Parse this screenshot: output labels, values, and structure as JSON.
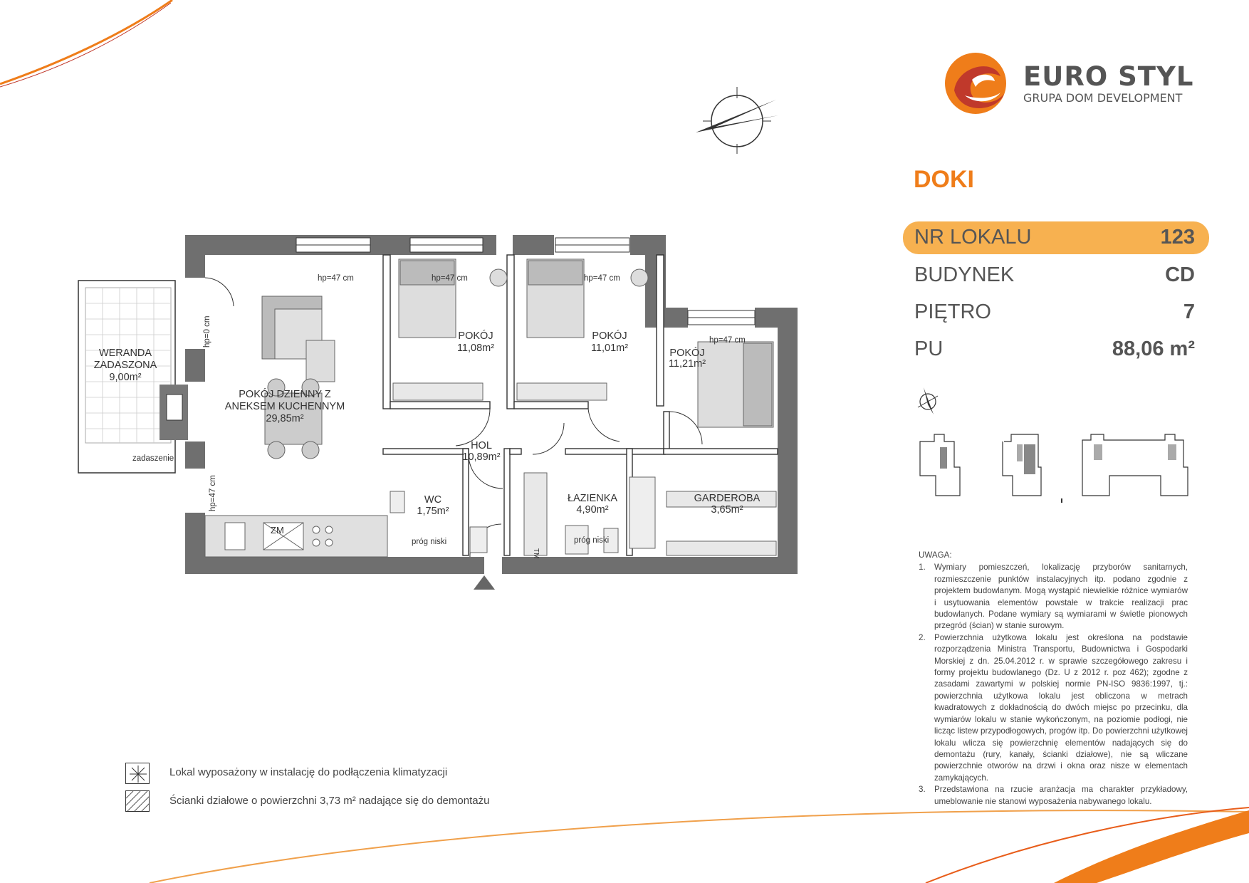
{
  "brand": {
    "name": "EURO STYL",
    "tagline": "GRUPA DOM DEVELOPMENT",
    "accent": "#ef7d1a",
    "accent_light": "#f7b150"
  },
  "project": "DOKI",
  "info": {
    "lokal": {
      "label": "NR LOKALU",
      "value": "123"
    },
    "budynek": {
      "label": "BUDYNEK",
      "value": "CD"
    },
    "pietro": {
      "label": "PIĘTRO",
      "value": "7"
    },
    "pu": {
      "label": "PU",
      "value": "88,06 m²"
    }
  },
  "plan": {
    "weranda": {
      "l1": "WERANDA",
      "l2": "ZADASZONA",
      "area": "9,00m²"
    },
    "zadaszenie": "zadaszenie",
    "living": {
      "l1": "POKÓJ DZIENNY Z",
      "l2": "ANEKSEM KUCHENNYM",
      "area": "29,85m²"
    },
    "room1": {
      "name": "POKÓJ",
      "area": "11,08m²"
    },
    "room2": {
      "name": "POKÓJ",
      "area": "11,01m²"
    },
    "room3": {
      "name": "POKÓJ",
      "area": "11,21m²"
    },
    "hol": {
      "name": "HOL",
      "area": "10,89m²"
    },
    "wc": {
      "name": "WC",
      "area": "1,75m²"
    },
    "lazienka": {
      "name": "ŁAZIENKA",
      "area": "4,90m²"
    },
    "garderoba": {
      "name": "GARDEROBA",
      "area": "3,65m²"
    },
    "hp47": "hp=47 cm",
    "hp0": "hp=0 cm",
    "zm": "ZM",
    "prog": "próg niski",
    "tm": "TM"
  },
  "legend": {
    "item1": "Lokal wyposażony w instalację do podłączenia klimatyzacji",
    "item2": "Ścianki działowe o powierzchni 3,73 m² nadające się do demontażu"
  },
  "notes": {
    "title": "UWAGA:",
    "items": [
      {
        "n": "1.",
        "text": "Wymiary pomieszczeń, lokalizację przyborów sanitarnych, rozmieszczenie punktów instalacyjnych itp. podano zgodnie z projektem budowlanym. Mogą wystąpić niewielkie różnice wymiarów i usytuowania elementów powstałe w trakcie realizacji prac budowlanych. Podane wymiary są wymiarami w świetle pionowych przegród (ścian) w stanie surowym."
      },
      {
        "n": "2.",
        "text": "Powierzchnia użytkowa lokalu jest określona na podstawie rozporządzenia Ministra Transportu, Budownictwa i Gospodarki Morskiej z dn. 25.04.2012 r. w sprawie szczegółowego zakresu i formy projektu budowlanego (Dz. U z 2012 r. poz 462); zgodne z zasadami zawartymi w polskiej normie PN-ISO 9836:1997, tj.: powierzchnia użytkowa lokalu jest obliczona w metrach kwadratowych z dokładnością do dwóch miejsc po przecinku, dla wymiarów lokalu w stanie wykończonym, na poziomie podłogi, nie licząc listew przypodłogowych, progów itp. Do powierzchni użytkowej lokalu wlicza się powierzchnię elementów nadających się do demontażu (rury, kanały, ścianki działowe), nie są wliczane powierzchnie otworów na drzwi i okna oraz nisze w elementach zamykających."
      },
      {
        "n": "3.",
        "text": "Przedstawiona na rzucie aranżacja ma charakter przykładowy, umeblowanie nie stanowi wyposażenia nabywanego lokalu."
      }
    ]
  }
}
